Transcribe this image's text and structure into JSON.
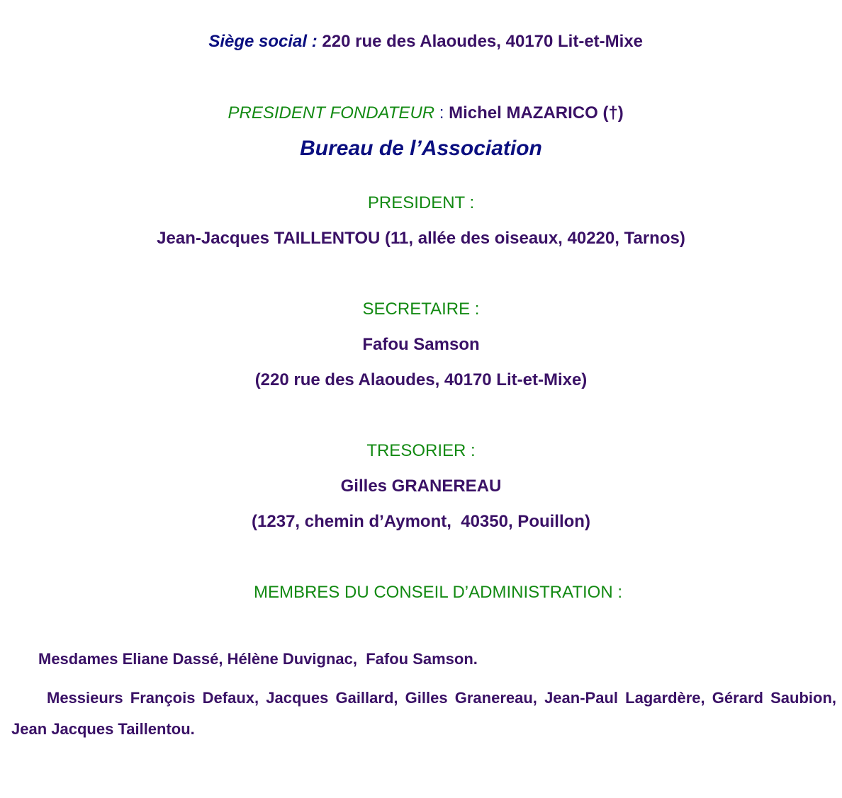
{
  "siege": {
    "label": "Siège social :",
    "address": " 220 rue des Alaoudes, 40170 Lit-et-Mixe"
  },
  "fondateur": {
    "label": "PRESIDENT FONDATEUR",
    "separator": " : ",
    "name": "Michel MAZARICO (†)"
  },
  "bureau": {
    "title": "Bureau de l’Association"
  },
  "president": {
    "role": "PRESIDENT :",
    "name_address": "Jean-Jacques TAILLENTOU (11, allée des oiseaux, 40220, Tarnos)"
  },
  "secretaire": {
    "role": "SECRETAIRE :",
    "name": "Fafou Samson",
    "address": "(220 rue des Alaoudes, 40170 Lit-et-Mixe)"
  },
  "tresorier": {
    "role": "TRESORIER :",
    "name": "Gilles GRANEREAU",
    "address": "(1237, chemin d’Aymont,  40350, Pouillon)"
  },
  "conseil": {
    "heading": "MEMBRES DU CONSEIL D’ADMINISTRATION :",
    "mesdames": "Mesdames Eliane Dassé, Hélène Duvignac,  Fafou Samson.",
    "messieurs": "Messieurs François Defaux, Jacques Gaillard, Gilles Granereau, Jean-Paul Lagardère, Gérard Saubion, Jean Jacques Taillentou."
  }
}
